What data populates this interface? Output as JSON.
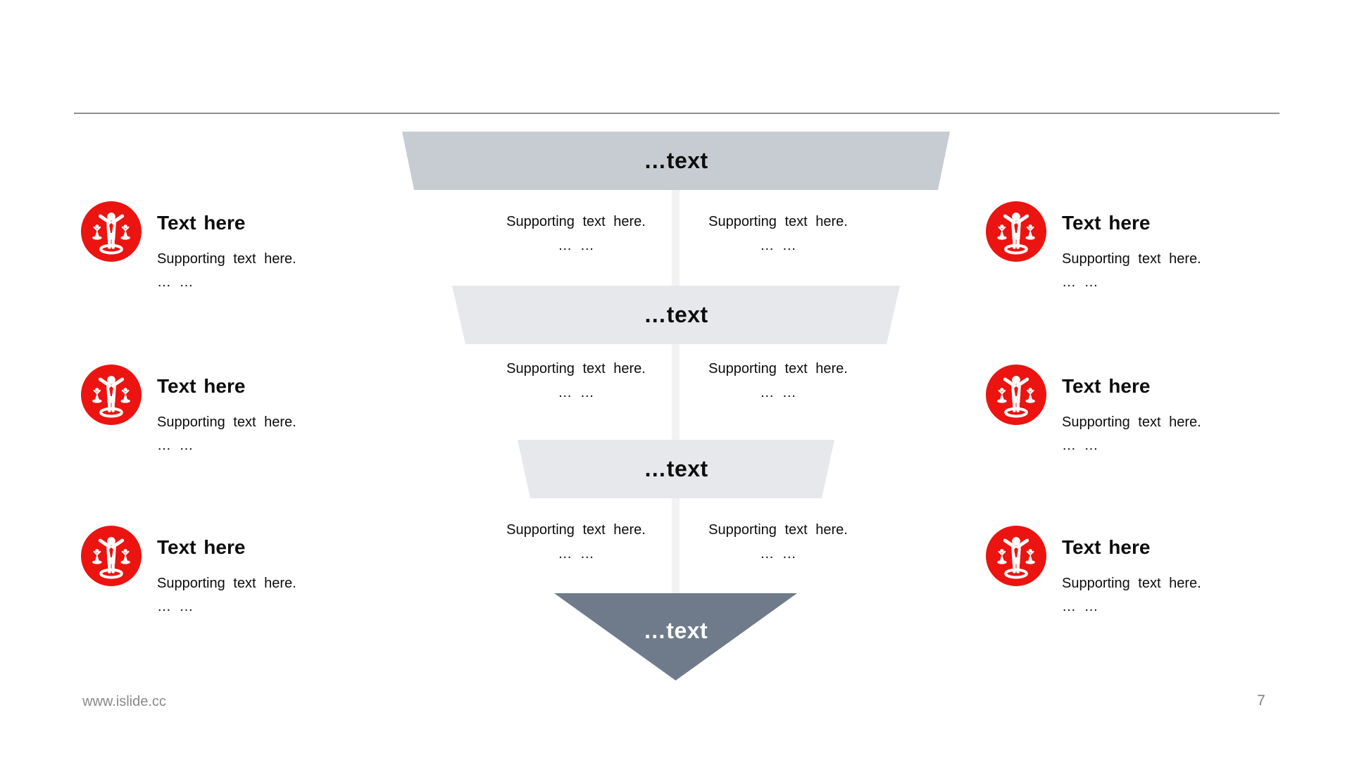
{
  "slide": {
    "colors": {
      "accent_red": "#eb1410",
      "funnel_top_segment": "#c7ccd3",
      "funnel_mid_segment": "#e6e8eb",
      "funnel_arrow": "#6f7b8b",
      "stem": "#f2f2f2",
      "divider": "#8f8f8f",
      "footer_text": "#898989"
    },
    "funnel": {
      "segments": [
        {
          "label": "…text"
        },
        {
          "label": "…text"
        },
        {
          "label": "…text"
        }
      ],
      "arrow_label": "…text",
      "rows": [
        {
          "left": {
            "line1": "Supporting text here.",
            "line2": "… …"
          },
          "right": {
            "line1": "Supporting text here.",
            "line2": "… …"
          }
        },
        {
          "left": {
            "line1": "Supporting text here.",
            "line2": "… …"
          },
          "right": {
            "line1": "Supporting text here.",
            "line2": "… …"
          }
        },
        {
          "left": {
            "line1": "Supporting text here.",
            "line2": "… …"
          },
          "right": {
            "line1": "Supporting text here.",
            "line2": "… …"
          }
        }
      ]
    },
    "items": {
      "left": [
        {
          "title": "Text here",
          "line1": "Supporting text here.",
          "line2": "… …"
        },
        {
          "title": "Text here",
          "line1": "Supporting text here.",
          "line2": "… …"
        },
        {
          "title": "Text here",
          "line1": "Supporting text here.",
          "line2": "… …"
        }
      ],
      "right": [
        {
          "title": "Text here",
          "line1": "Supporting text here.",
          "line2": "… …"
        },
        {
          "title": "Text here",
          "line1": "Supporting text here.",
          "line2": "… …"
        },
        {
          "title": "Text here",
          "line1": "Supporting text here.",
          "line2": "… …"
        }
      ]
    },
    "icons": {
      "item_icon": "people-balance-icon"
    },
    "footer": {
      "website": "www.islide.cc",
      "page_number": "7"
    }
  }
}
